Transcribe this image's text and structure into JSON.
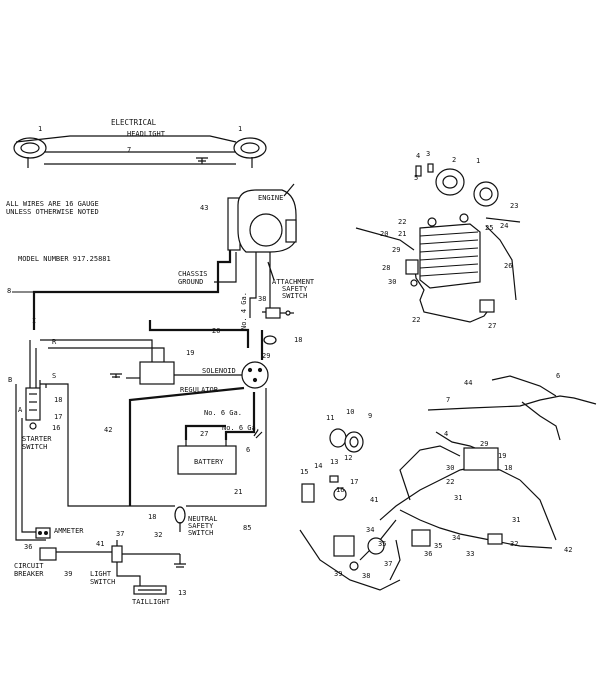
{
  "labels": {
    "electrical": "ELECTRICAL",
    "headlight": "HEADLIGHT",
    "wire_note_1": "ALL WIRES ARE 16 GAUGE",
    "wire_note_2": "UNLESS OTHERWISE NOTED",
    "model_number": "MODEL NUMBER 917.25881",
    "engine": "ENGINE",
    "chassis_ground_1": "CHASSIS",
    "chassis_ground_2": "GROUND",
    "attachment_1": "ATTACHMENT",
    "attachment_2": "SAFETY",
    "attachment_3": "SWITCH",
    "solenoid": "SOLENOID",
    "regulator": "REGULATOR",
    "starter_1": "STARTER",
    "starter_2": "SWITCH",
    "battery": "BATTERY",
    "no4ga": "No. 4 Ga.",
    "no6ga_a": "No. 6 Ga.",
    "no6ga_b": "No. 6 Ga.",
    "neutral_1": "NEUTRAL",
    "neutral_2": "SAFETY",
    "neutral_3": "SWITCH",
    "ammeter": "AMMETER",
    "circuit_1": "CIRCUIT",
    "circuit_2": "BREAKER",
    "light_1": "LIGHT",
    "light_2": "SWITCH",
    "taillight": "TAILLIGHT",
    "code_85": "85"
  },
  "schematic_callouts": {
    "c1a": "1",
    "c1b": "1",
    "c7": "7",
    "c43": "43",
    "c8": "8",
    "c38": "38",
    "c18a": "18",
    "c20": "20",
    "c19": "19",
    "c29": "29",
    "cI": "I",
    "cR": "R",
    "cS": "S",
    "cB": "B",
    "cA": "A",
    "c16": "16",
    "c17": "17",
    "c18b": "18",
    "c42": "42",
    "c27": "27",
    "c6": "6",
    "c21": "21",
    "c18c": "18",
    "c32": "32",
    "c36": "36",
    "c41": "41",
    "c37": "37",
    "c39": "39",
    "c13": "13"
  },
  "exploded_callouts": [
    "4",
    "3",
    "2",
    "1",
    "5",
    "22",
    "21",
    "25",
    "24",
    "23",
    "20",
    "29",
    "28",
    "30",
    "26",
    "22",
    "27",
    "44",
    "6",
    "7",
    "10",
    "9",
    "11",
    "12",
    "13",
    "14",
    "15",
    "16",
    "17",
    "4",
    "29",
    "19",
    "30",
    "18",
    "22",
    "31",
    "31",
    "41",
    "34",
    "34",
    "35",
    "36",
    "33",
    "32",
    "42",
    "39",
    "38",
    "37",
    "35"
  ]
}
